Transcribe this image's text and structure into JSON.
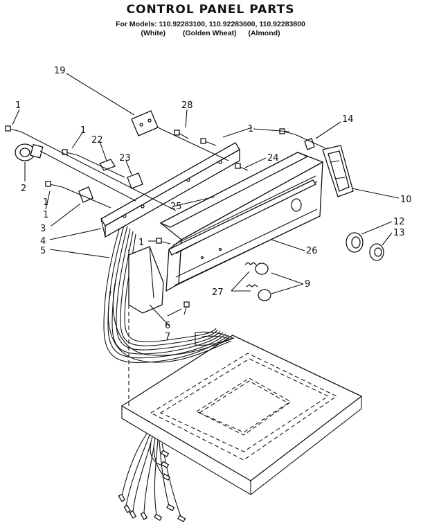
{
  "header": {
    "title": "CONTROL PANEL PARTS",
    "models": "For Models: 110.92283100, 110.92283600, 110.92283800",
    "colors": [
      "(White)",
      "(Golden Wheat)",
      "(Almond)"
    ]
  },
  "callouts": [
    "19",
    "28",
    "14",
    "1",
    "1",
    "1",
    "1",
    "22",
    "23",
    "24",
    "2",
    "1",
    "3",
    "4",
    "5",
    "25",
    "10",
    "12",
    "13",
    "26",
    "9",
    "27",
    "6",
    "7",
    "1"
  ]
}
